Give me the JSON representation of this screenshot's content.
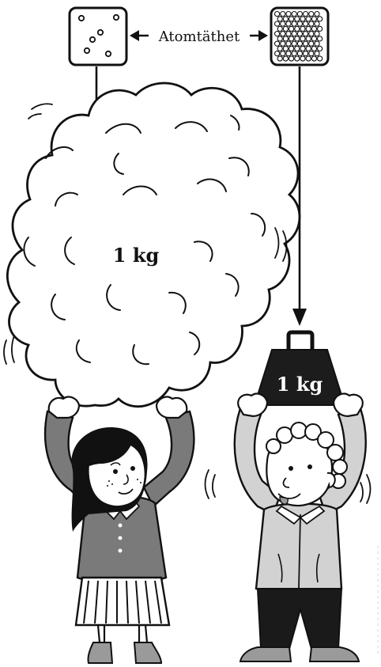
{
  "diagram": {
    "density_label": "Atomtäthet",
    "cloud_mass_label": "1 kg",
    "weight_mass_label": "1 kg",
    "low_density_icon": "sparse-dots-box",
    "high_density_icon": "dense-dots-box"
  },
  "colors": {
    "line": "#111111",
    "sweater_dark": "#7a7a7a",
    "sweater_light": "#d2d2d2",
    "weight_fill": "#1c1c1c",
    "trousers": "#1a1a1a"
  }
}
